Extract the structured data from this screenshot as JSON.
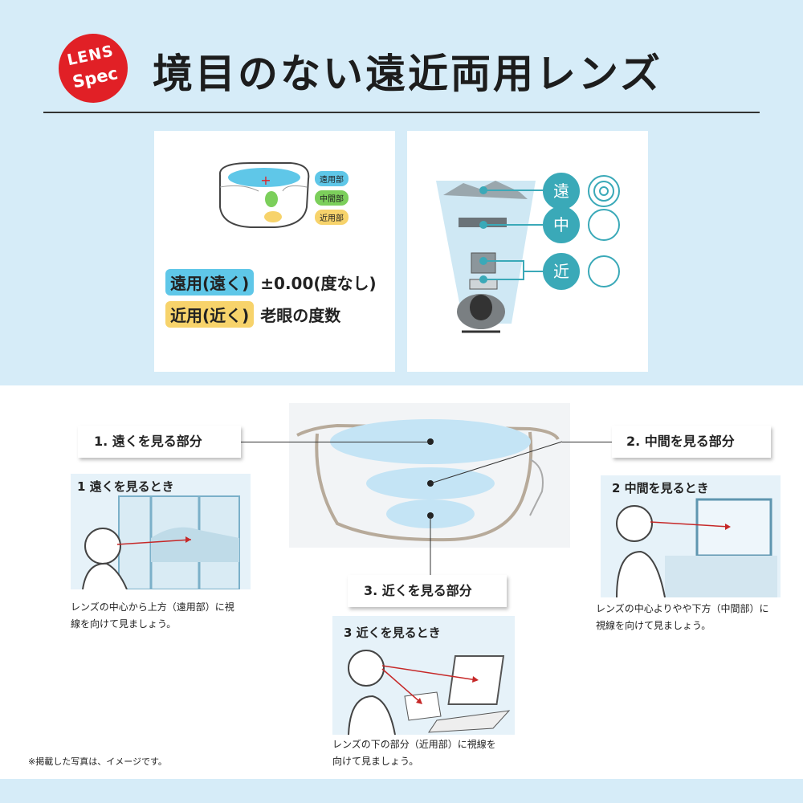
{
  "header": {
    "badge_line1": "LENS",
    "badge_line2": "Spec",
    "title": "境目のない遠近両用レンズ"
  },
  "lens_diagram": {
    "zones": [
      {
        "label": "遠用部",
        "color": "#5fc7e8"
      },
      {
        "label": "中間部",
        "color": "#7ccf5b"
      },
      {
        "label": "近用部",
        "color": "#f7d36b"
      }
    ],
    "specs": [
      {
        "tag": "遠用(遠く)",
        "value": "±0.00(度なし)",
        "tag_color": "#5fc7e8"
      },
      {
        "tag": "近用(近く)",
        "value": "老眼の度数",
        "tag_color": "#f7d36b"
      }
    ]
  },
  "distance_diagram": {
    "levels": [
      "遠",
      "中",
      "近"
    ]
  },
  "sections": {
    "far_label": "1. 遠くを見る部分",
    "mid_label": "2. 中間を見る部分",
    "near_label": "3. 近くを見る部分",
    "far_scene_title": "1 遠くを見るとき",
    "mid_scene_title": "2 中間を見るとき",
    "near_scene_title": "3 近くを見るとき",
    "far_caption_1": "レンズの中心から上方（遠用部）に視",
    "far_caption_2": "線を向けて見ましょう。",
    "mid_caption_1": "レンズの中心よりやや下方（中間部）に",
    "mid_caption_2": "視線を向けて見ましょう。",
    "near_caption_1": "レンズの下の部分（近用部）に視線を",
    "near_caption_2": "向けて見ましょう。"
  },
  "footer": {
    "note": "※掲載した写真は、イメージです。"
  },
  "colors": {
    "accent_red": "#e12026",
    "teal": "#3aa9b8",
    "light_blue_bg": "#d6ecf8"
  }
}
